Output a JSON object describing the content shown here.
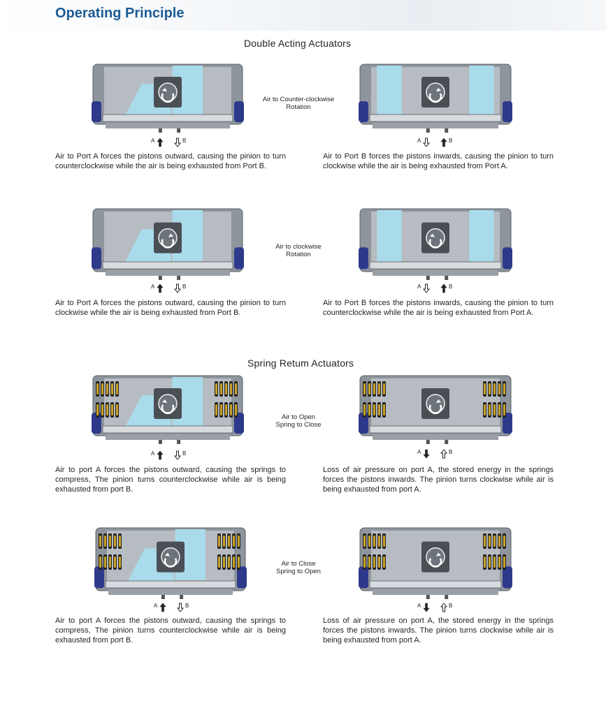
{
  "page": {
    "title": "Operating Principle"
  },
  "sections": {
    "double_acting": {
      "title": "Double Acting Actuators"
    },
    "spring_return": {
      "title": "Spring Retum Actuators"
    }
  },
  "labels": {
    "row1": {
      "line1": "Air to Counter-clockwise",
      "line2": "Rotation"
    },
    "row2": {
      "line1": "Air to clockwise",
      "line2": "Rotation"
    },
    "row3": {
      "line1": "Air to Open",
      "line2": "Spring to Close"
    },
    "row4": {
      "line1": "Air to Close",
      "line2": "Spring to Open"
    }
  },
  "ports": {
    "a": "A",
    "b": "B"
  },
  "descriptions": {
    "r1_left": "Air to Port A forces the pistons outward, causing the pinion to turn counterclockwise while the air is being exhausted from Port B.",
    "r1_right": "Air to Port B forces the pistons inwards, causing the pinion to turn clockwise while the air is being exhausted from Port A.",
    "r2_left": "Air to Port A forces the pistons outward, causing the pinion to turn clockwise while the air is being exhausted from Port B.",
    "r2_right": "Air to Port B forces the pistons inwards, causing the pinion to turn counterclockwise while the air is being exhausted from Port A.",
    "r3_left": "Air to port A forces the pistons outward, causing the springs to compress, The pinion turns counterclockwise while air is being exhausted from port B.",
    "r3_right": "Loss of air pressure on port A, the stored energy in the springs forces the pistons inwards. The pinion turns clockwise while air is being exhausted from port A.",
    "r4_left": "Air to port A forces the pistons outward, causing the springs to compress, The pinion turns counterclockwise while air is being exhausted from port B.",
    "r4_right": "Loss of air pressure on port A, the stored energy in the springs forces the pistons inwards. The pinion turns clockwise while air is being exhausted from port A."
  },
  "colors": {
    "title": "#1d5b94",
    "air": "#a9dbea",
    "body": "#8f959c",
    "endcap": "#2d3a8c",
    "spring": "#c9a227"
  }
}
